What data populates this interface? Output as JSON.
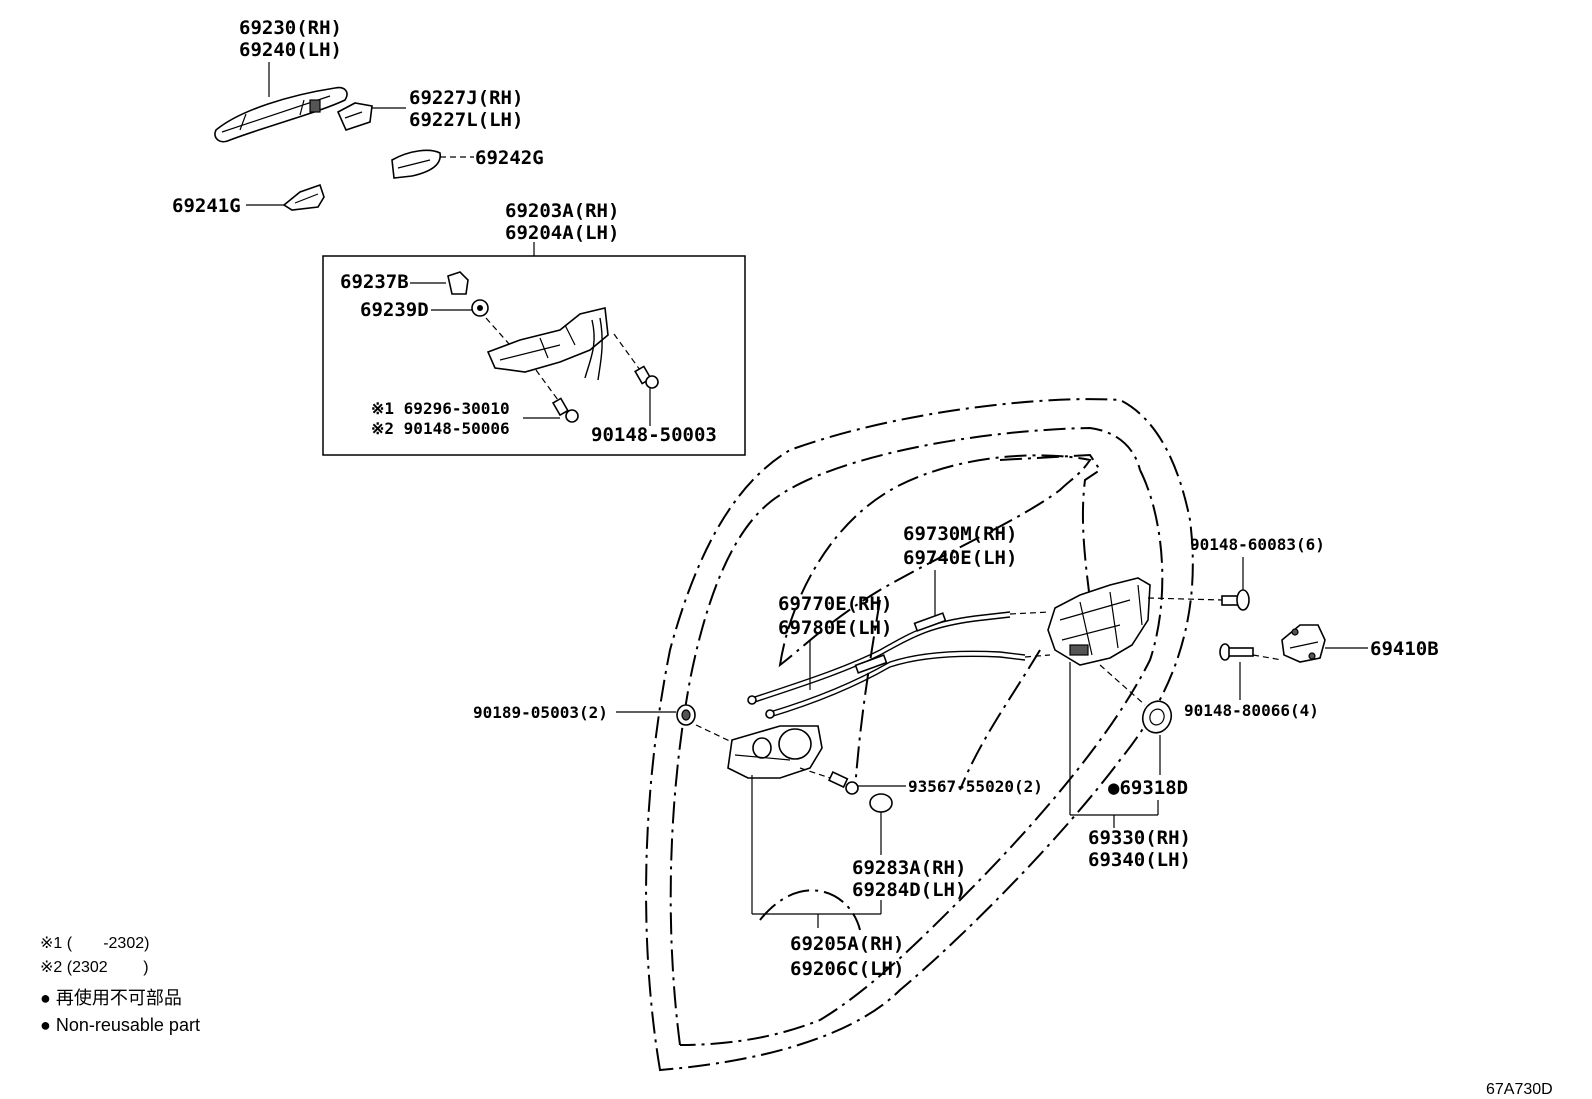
{
  "diagram_code": "67A730D",
  "labels": {
    "handle_rh": "69230(RH)",
    "handle_lh": "69240(LH)",
    "cap_rh": "69227J(RH)",
    "cap_lh": "69227L(LH)",
    "pad_69242G": "69242G",
    "pad_69241G": "69241G",
    "frame_rh": "69203A(RH)",
    "frame_lh": "69204A(LH)",
    "p_69237B": "69237B",
    "p_69239D": "69239D",
    "note1_part": "※1 69296-30010",
    "note2_part": "※2 90148-50006",
    "screw_50003": "90148-50003",
    "cable_a_rh": "69730M(RH)",
    "cable_a_lh": "69740E(LH)",
    "cable_b_rh": "69770E(RH)",
    "cable_b_lh": "69780E(LH)",
    "screw_60083": "90148-60083(6)",
    "striker": "69410B",
    "screw_80066": "90148-80066(4)",
    "clip_05003": "90189-05003(2)",
    "screw_55020": "93567-55020(2)",
    "grommet": "●69318D",
    "lock_rh": "69330(RH)",
    "lock_lh": "69340(LH)",
    "cover_rh": "69283A(RH)",
    "cover_lh": "69284D(LH)",
    "inner_rh": "69205A(RH)",
    "inner_lh": "69206C(LH)"
  },
  "legend": {
    "note1": "※1 (       -2302)",
    "note2": "※2 (2302        )",
    "nonreusable_jp": "● 再使用不可部品",
    "nonreusable_en": "● Non-reusable part"
  }
}
